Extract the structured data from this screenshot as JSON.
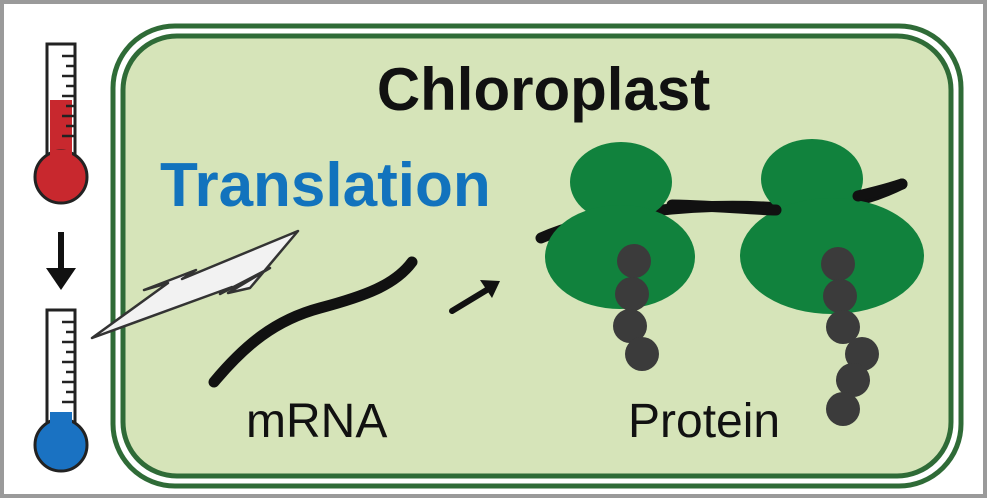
{
  "title": "Chloroplast",
  "process": "Translation",
  "labels": {
    "mrna": "mRNA",
    "protein": "Protein"
  },
  "colors": {
    "frame": "#9a9a9a",
    "membrane": "#2f6b37",
    "stroma": "#d6e4b9",
    "ribosome": "#11823d",
    "peptide": "#3b3b3b",
    "process_text": "#1273bd",
    "warm": "#c8282e",
    "cold": "#1a72c2"
  },
  "icons": [
    "thermometer-warm-icon",
    "down-arrow-icon",
    "thermometer-cold-icon",
    "lightning-bolt-icon",
    "arrow-icon"
  ]
}
